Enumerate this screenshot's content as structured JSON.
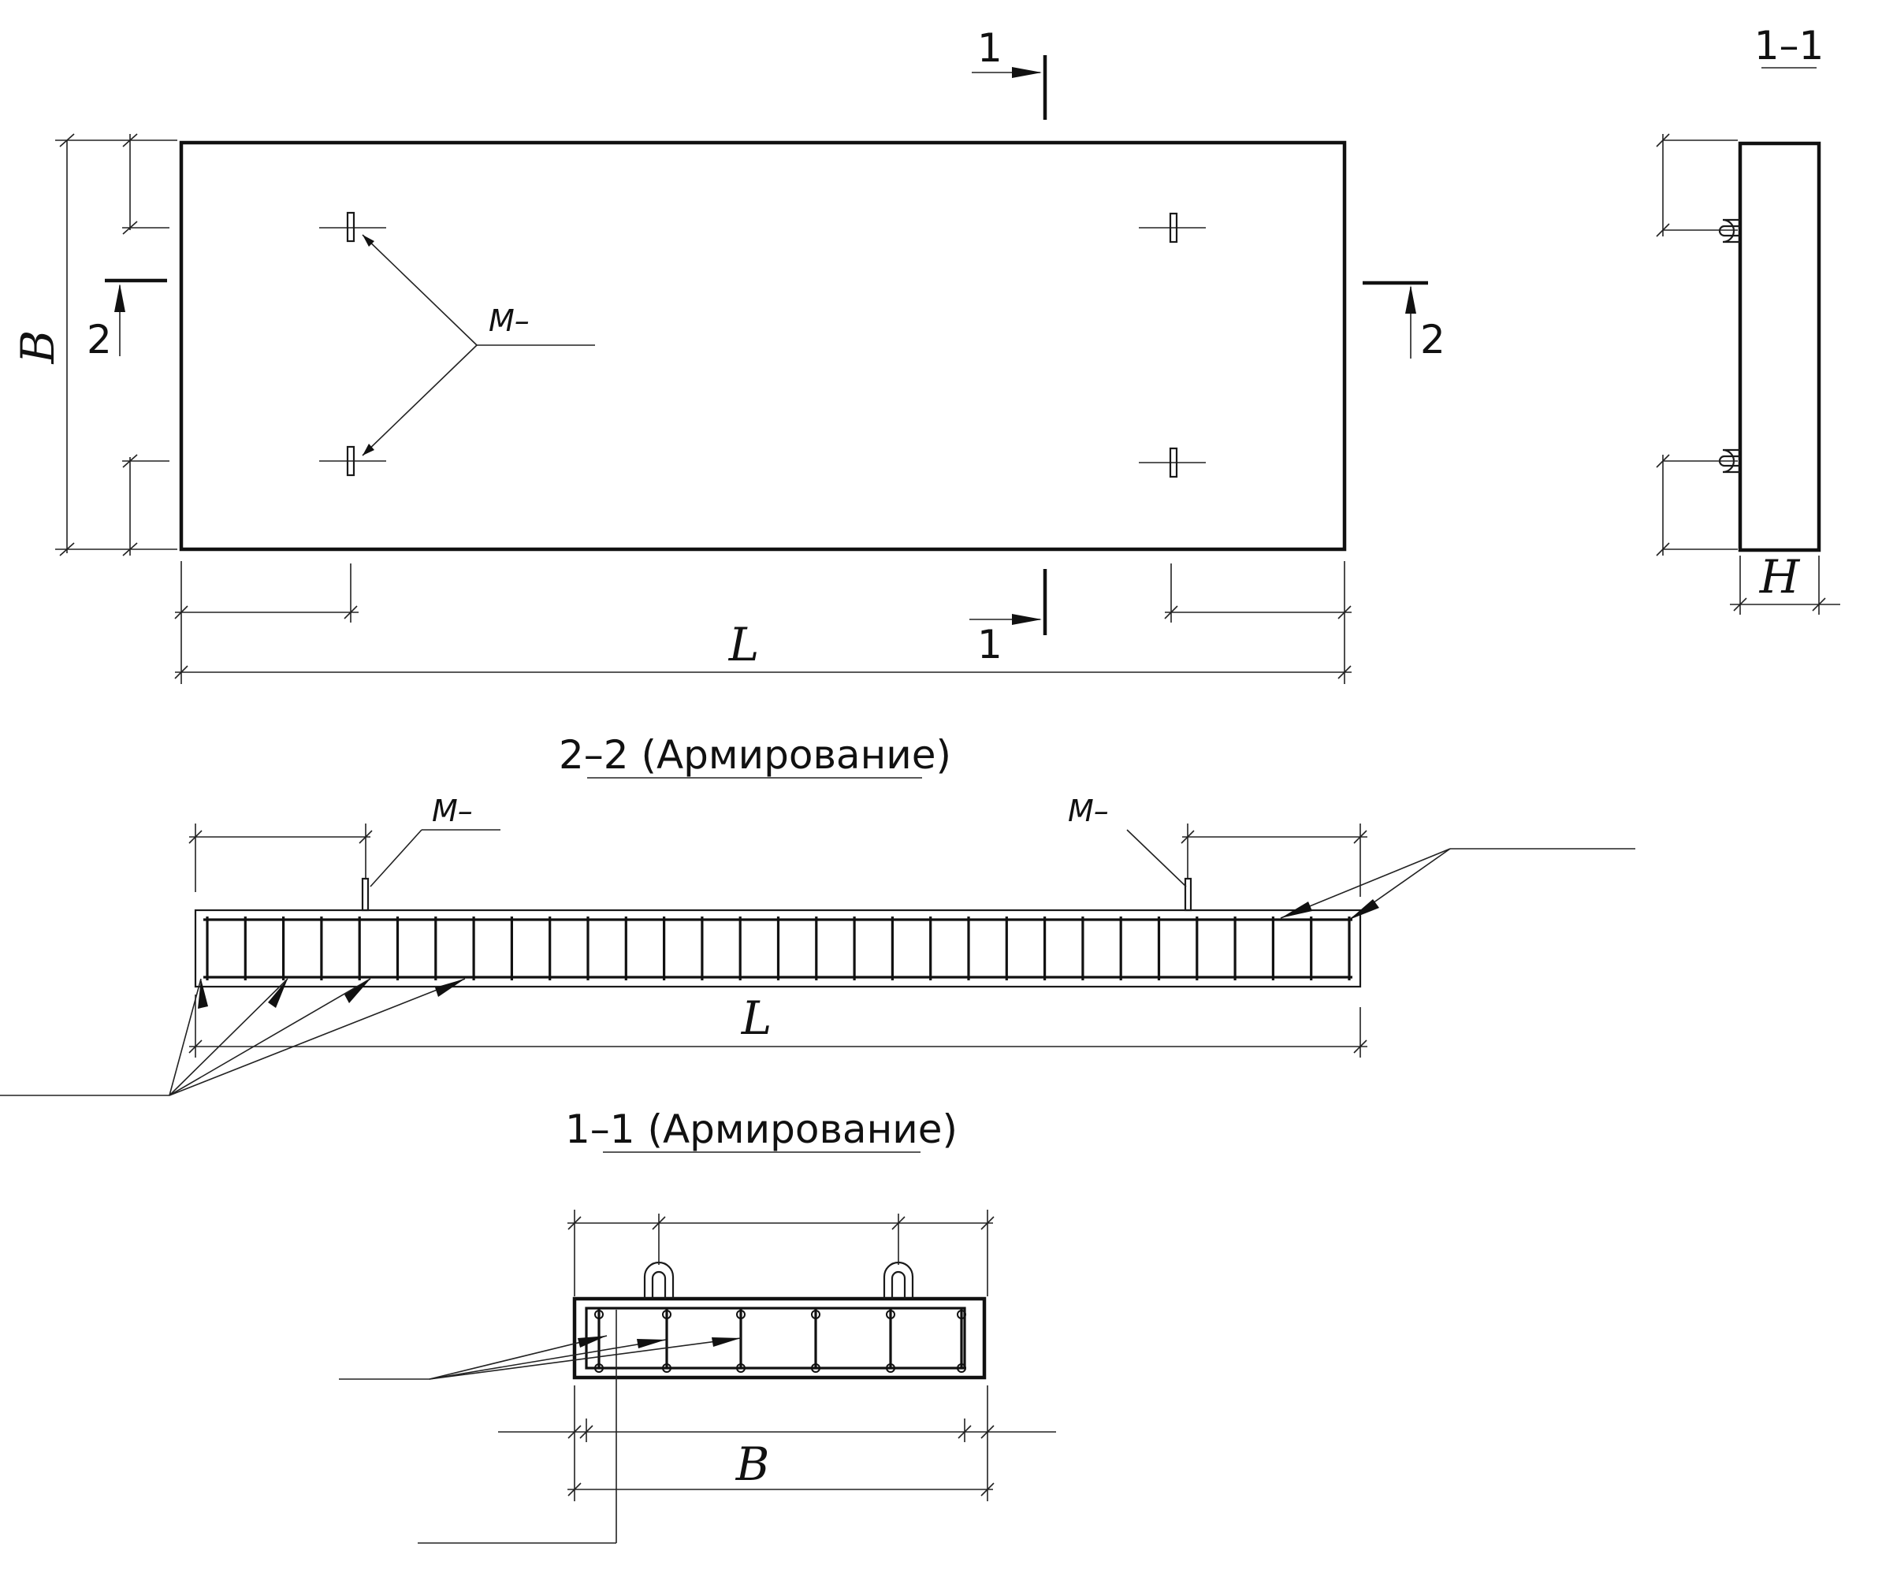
{
  "plan": {
    "dim_length": "L",
    "dim_width": "B",
    "section_mark": "1",
    "section_mark_2": "2",
    "embed_label": "M–"
  },
  "section_1_1": {
    "title": "1–1",
    "dim_height": "H"
  },
  "section_2_2": {
    "title": "2–2 (Армирование)",
    "embed_label_left": "M–",
    "embed_label_right": "M–",
    "dim_length": "L"
  },
  "section_1_1_rebar": {
    "title": "1–1 (Армирование)",
    "dim_width": "B"
  }
}
